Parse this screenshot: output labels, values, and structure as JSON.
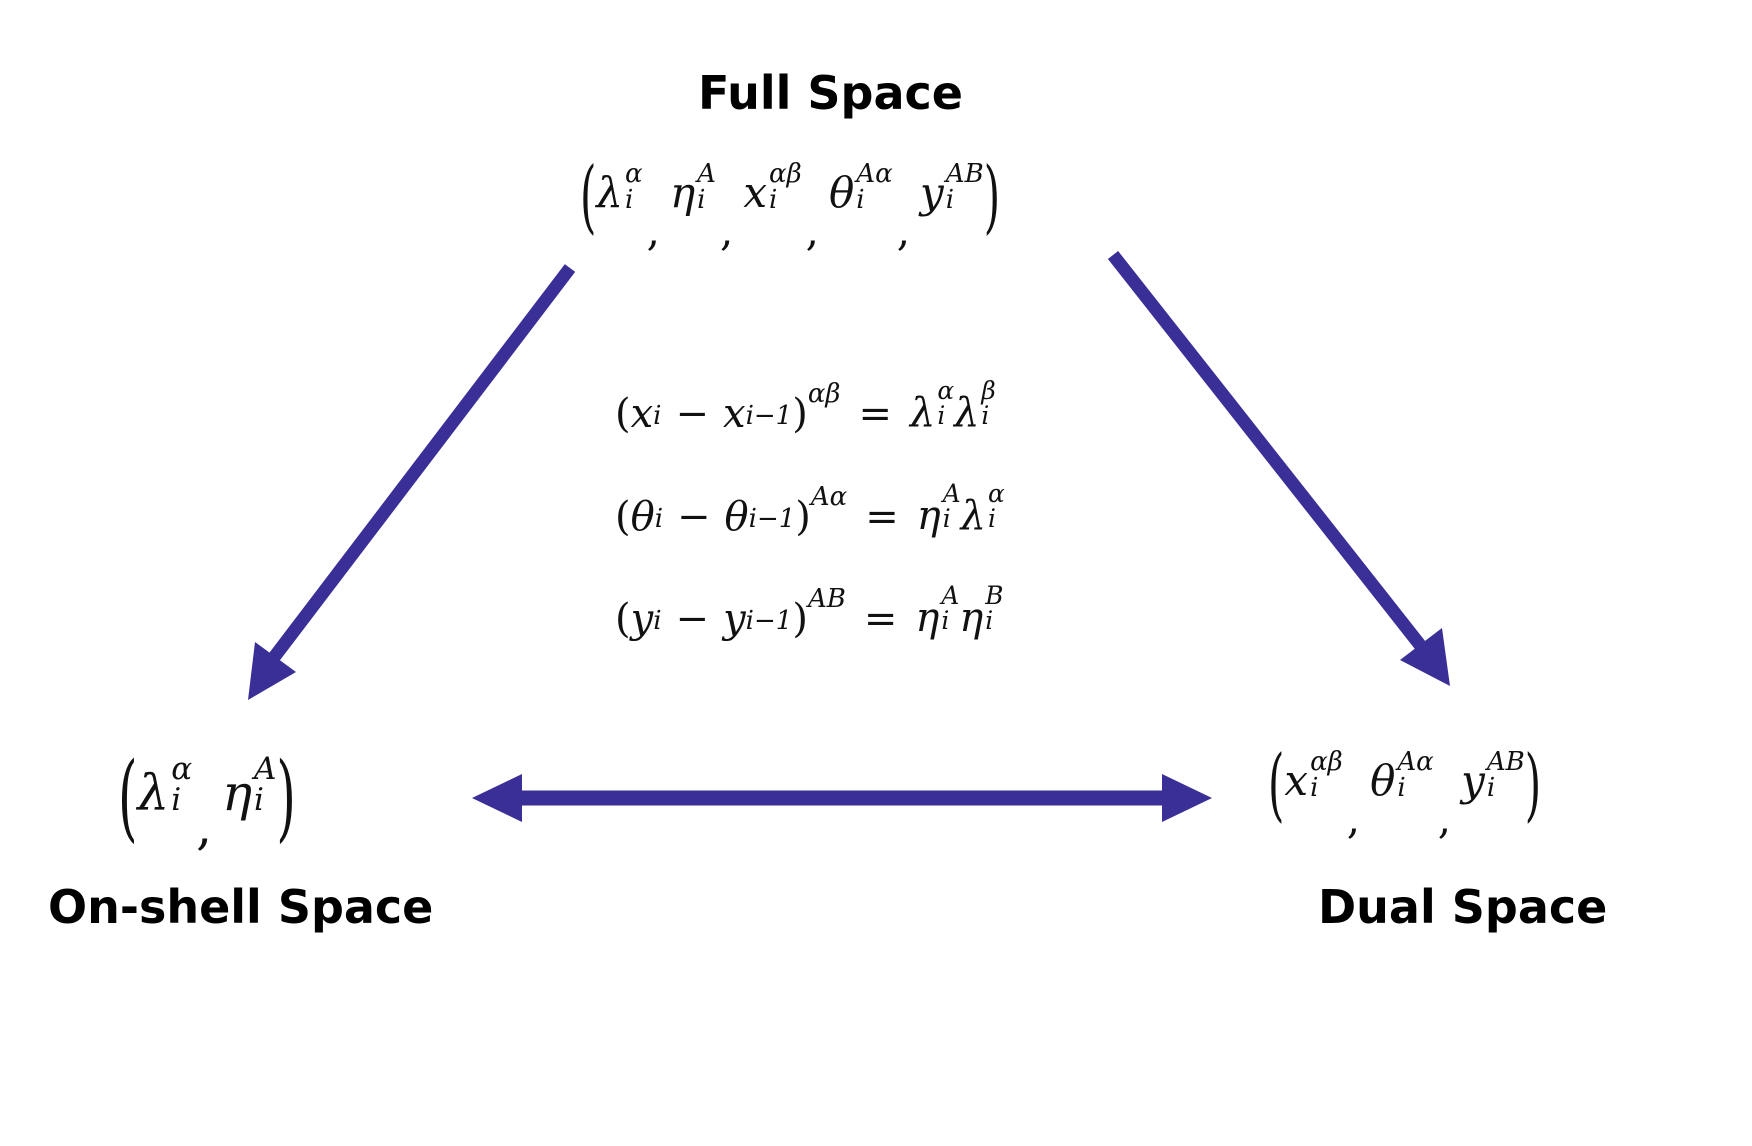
{
  "nodes": {
    "full": {
      "label": "Full Space",
      "terms": [
        {
          "sym": "λ",
          "sub": "i",
          "sup": "α"
        },
        {
          "sym": "η",
          "sub": "i",
          "sup": "A"
        },
        {
          "sym": "x",
          "sub": "i",
          "sup": "αβ"
        },
        {
          "sym": "θ",
          "sub": "i",
          "sup": "Aα"
        },
        {
          "sym": "y",
          "sub": "i",
          "sup": "AB"
        }
      ]
    },
    "onshell": {
      "label": "On-shell Space",
      "terms": [
        {
          "sym": "λ",
          "sub": "i",
          "sup": "α"
        },
        {
          "sym": "η",
          "sub": "i",
          "sup": "A"
        }
      ]
    },
    "dual": {
      "label": "Dual Space",
      "terms": [
        {
          "sym": "x",
          "sub": "i",
          "sup": "αβ"
        },
        {
          "sym": "θ",
          "sub": "i",
          "sup": "Aα"
        },
        {
          "sym": "y",
          "sub": "i",
          "sup": "AB"
        }
      ]
    }
  },
  "relations": [
    {
      "var": "x",
      "index": "αβ",
      "lhs_a": "i",
      "lhs_b": "i−1",
      "rhs": [
        {
          "sym": "λ",
          "sub": "i",
          "sup": "α"
        },
        {
          "sym": "λ",
          "sub": "i",
          "sup": "β"
        }
      ]
    },
    {
      "var": "θ",
      "index": "Aα",
      "lhs_a": "i",
      "lhs_b": "i−1",
      "rhs": [
        {
          "sym": "η",
          "sub": "i",
          "sup": "A"
        },
        {
          "sym": "λ",
          "sub": "i",
          "sup": "α"
        }
      ]
    },
    {
      "var": "y",
      "index": "AB",
      "lhs_a": "i",
      "lhs_b": "i−1",
      "rhs": [
        {
          "sym": "η",
          "sub": "i",
          "sup": "A"
        },
        {
          "sym": "η",
          "sub": "i",
          "sup": "B"
        }
      ]
    }
  ],
  "arrow_color": "#3a2f96"
}
